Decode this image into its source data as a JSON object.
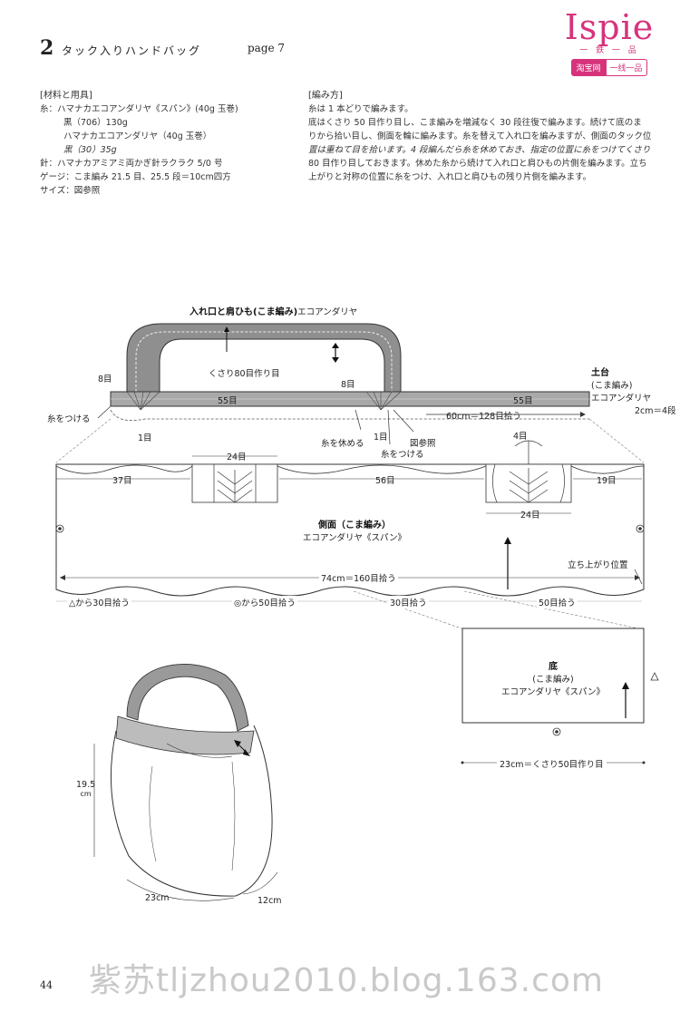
{
  "header": {
    "pattern_number": "2",
    "title": "タック入りハンドバッグ",
    "page_ref": "page 7"
  },
  "brand": {
    "name": "Ispie",
    "subtitle": "一 鉄 一 品",
    "badge_left": "淘宝网",
    "badge_right": "一线一品",
    "color": "#d6337c"
  },
  "materials": {
    "heading": "[材料と用具]",
    "lines": [
      "糸：ハマナカエコアンダリヤ《スパン》(40g 玉巻)",
      "黒（706）130g",
      "ハマナカエコアンダリヤ（40g 玉巻）",
      "黒（30）35g",
      "針：ハマナカアミアミ両かぎ針ラクラク 5/0 号",
      "ゲージ：こま編み 21.5 目、25.5 段＝10cm四方",
      "サイズ：図参照"
    ]
  },
  "instructions": {
    "heading": "[編み方]",
    "lines": [
      "糸は 1 本どりで編みます。",
      "底はくさり 50 目作り目し、こま編みを増減なく 30 段往復で編みます。続けて底のま",
      "りから拾い目し、側面を輪に編みます。糸を替えて入れ口を編みますが、側面のタック位",
      "置は重ねて目を拾います。4 段編んだら糸を休めておき、指定の位置に糸をつけてくさり",
      "80 目作り目しておきます。休めた糸から続けて入れ口と肩ひもの片側を編みます。立ち",
      "上がりと対称の位置に糸をつけ、入れ口と肩ひもの残り片側を編みます。"
    ]
  },
  "diagram": {
    "handle_title": "入れ口と肩ひも",
    "handle_stitch": "(こま編み)",
    "handle_yarn": "エコアンダリヤ",
    "chain_start": "くさり80目作り目",
    "eight_left": "8目",
    "eight_right": "8目",
    "fifty_five_left": "55目",
    "fifty_five_right": "55目",
    "attach_yarn_left": "糸をつける",
    "one_left": "1目",
    "one_right": "1目",
    "rest_yarn": "糸を休める",
    "attach_yarn_mid": "糸をつける",
    "see_figure": "図参照",
    "sixty_cm": "60cm＝128目拾う",
    "base_title": "土台",
    "base_stitch": "(こま編み)",
    "base_yarn": "エコアンダリヤ",
    "base_height": "2cm＝4段",
    "four": "4目",
    "twenty_four_top": "24目",
    "twenty_four_bottom": "24目",
    "thirty_seven": "37目",
    "fifty_six": "56目",
    "nineteen": "19目",
    "side_title": "側面（こま編み）",
    "side_yarn": "エコアンダリヤ《スパン》",
    "rise_position": "立ち上がり位置",
    "seventy_four": "74cm＝160目拾う",
    "pick_triangle": "△から30目拾う",
    "pick_circle": "◎から50目拾う",
    "pick_thirty": "30目拾う",
    "pick_fifty": "50目拾う",
    "bottom_title": "底",
    "bottom_stitch": "(こま編み)",
    "bottom_yarn": "エコアンダリヤ《スパン》",
    "twenty_three": "23cm＝くさり50目作り目"
  },
  "bag": {
    "height": "19.5",
    "height_unit": "cm",
    "width": "23cm",
    "depth": "12cm"
  },
  "footer": {
    "page_number": "44",
    "watermark": "紫苏tljzhou2010.blog.163.com"
  }
}
